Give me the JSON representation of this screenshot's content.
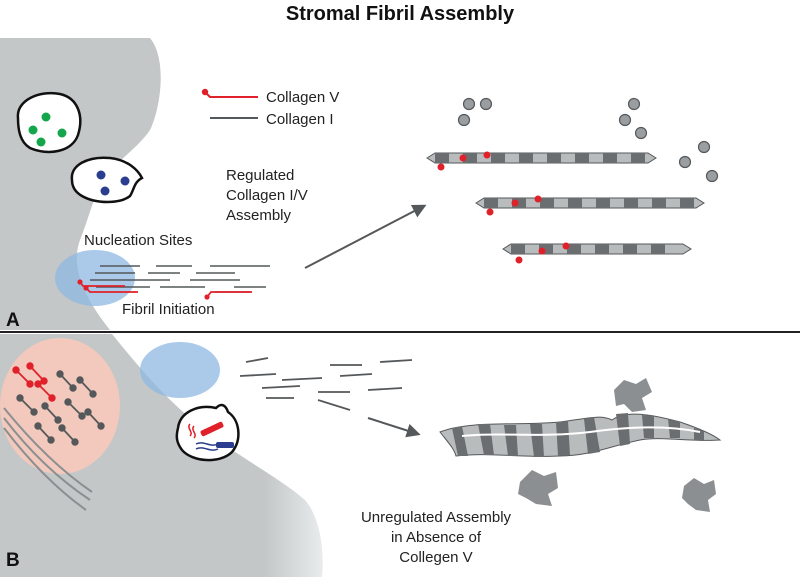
{
  "title": "Stromal Fibril Assembly",
  "legend": {
    "collagen_v": "Collagen V",
    "collagen_i": "Collagen I"
  },
  "panel_a": {
    "letter": "A",
    "regulated": [
      "Regulated",
      "Collagen I/V",
      "Assembly"
    ],
    "nucleation": "Nucleation Sites",
    "initiation": "Fibril Initiation"
  },
  "panel_b": {
    "letter": "B",
    "unregulated": [
      "Unregulated Assembly",
      "in Absence of",
      "Collegen V"
    ]
  },
  "colors": {
    "cell": "#c3c7c7",
    "collagen_v": "#e0212a",
    "collagen_i": "#55585a",
    "nucleation": "#8fb8e3",
    "er": "#f2c9bc",
    "vesicle_green": "#14a64a",
    "vesicle_blue": "#2b3d8f",
    "fibril_dark": "#6b6e70",
    "fibril_light": "#b9bcbd"
  }
}
